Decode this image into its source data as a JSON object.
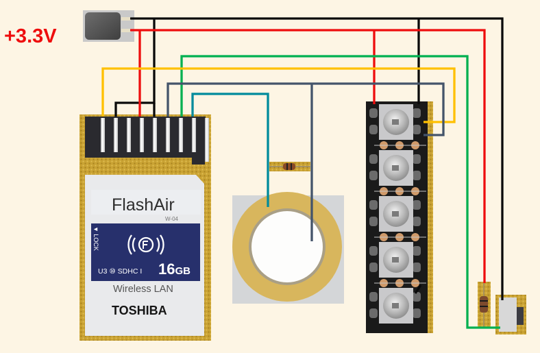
{
  "diagram": {
    "title": "FlashAir W-04 wiring: battery, WS2812 LED strip, piezo buzzer, slide switch",
    "supply_label": "+3.3V",
    "background": "#fdf5e4",
    "wire_colors": {
      "red": "#ee0d0d",
      "black": "#0a0a0a",
      "yellow": "#ffc000",
      "green": "#00b050",
      "navy": "#44546a",
      "teal": "#008b9c"
    },
    "components": {
      "battery": {
        "name": "battery",
        "terminals": [
          "-",
          "+"
        ]
      },
      "sd_card": {
        "brand": "FlashAir",
        "model": "W-04",
        "lock_label": "▼ LOCK",
        "capacity": "16",
        "capacity_unit": "GB",
        "badges": "U3 ⑩ SDHC I",
        "wireless_label": "Wireless LAN",
        "manufacturer": "TOSHIBA",
        "pin_count": 9
      },
      "piezo": {
        "name": "piezo-buzzer"
      },
      "resistor_piezo": {
        "name": "resistor"
      },
      "led_strip": {
        "name": "led-strip",
        "led_count": 5
      },
      "resistor_switch": {
        "name": "resistor"
      },
      "switch": {
        "name": "slide-switch"
      }
    },
    "wires": [
      {
        "id": "wire-vcc-main",
        "color": "red",
        "from": "battery +",
        "to": [
          "sd-card pin",
          "led-strip VDD",
          "pull-up resistor"
        ]
      },
      {
        "id": "wire-gnd-main",
        "color": "black",
        "from": "battery -",
        "to": [
          "sd-card pins",
          "led-strip GND",
          "slide-switch"
        ]
      },
      {
        "id": "wire-led-data",
        "color": "yellow",
        "from": "sd-card pin 1",
        "to": "led-strip DIN"
      },
      {
        "id": "wire-switch-sense",
        "color": "green",
        "from": "sd-card pin",
        "to": "slide-switch / resistor"
      },
      {
        "id": "wire-piezo-a",
        "color": "navy",
        "from": "sd-card pin",
        "to": [
          "piezo center",
          "led-strip"
        ]
      },
      {
        "id": "wire-piezo-b",
        "color": "teal",
        "from": "sd-card pin",
        "to": "piezo rim"
      }
    ]
  }
}
